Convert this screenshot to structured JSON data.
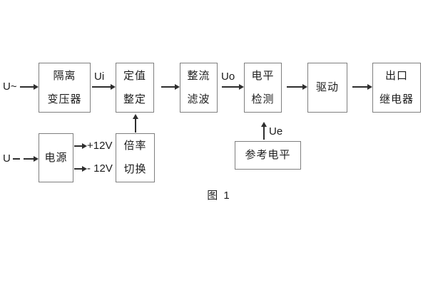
{
  "figure": {
    "caption": "图 1",
    "colors": {
      "background": "#ffffff",
      "box_border": "#7f7f7f",
      "line": "#2e2e2e",
      "text": "#1c1c1c"
    },
    "inputs": {
      "ac_input": "U~",
      "dc_input": "U –"
    },
    "signal_labels": {
      "ui": "Ui",
      "uo": "Uo",
      "ue": "Ue",
      "plus_12v": "+12V",
      "minus_12v": "- 12V"
    },
    "blocks": {
      "isolation_transformer": {
        "line1": "隔离",
        "line2": "变压器"
      },
      "setpoint_adjust": {
        "line1": "定值",
        "line2": "整定"
      },
      "rectify_filter": {
        "line1": "整流",
        "line2": "滤波"
      },
      "level_detect": {
        "line1": "电平",
        "line2": "检测"
      },
      "drive": {
        "label": "驱动"
      },
      "output_relay": {
        "line1": "出口",
        "line2": "继电器"
      },
      "power_supply": {
        "label": "电源"
      },
      "ratio_switch": {
        "line1": "倍率",
        "line2": "切换"
      },
      "reference_level": {
        "label": "参考电平"
      }
    }
  }
}
